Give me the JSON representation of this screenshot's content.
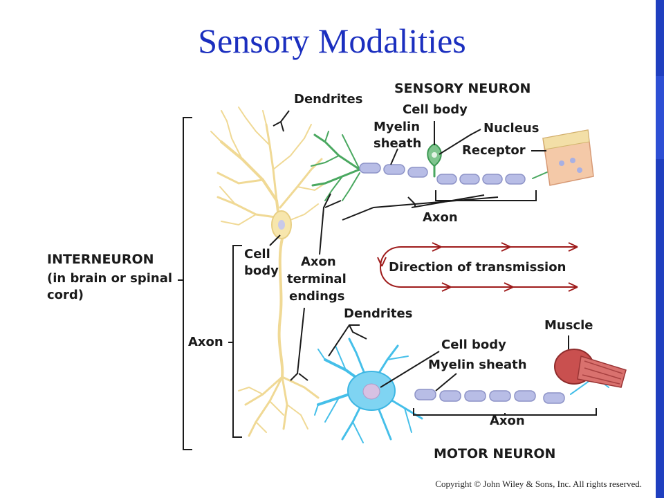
{
  "slide": {
    "title": "Sensory Modalities",
    "copyright": "Copyright © John Wiley & Sons, Inc. All rights reserved.",
    "accent_color": "#1f3fbf",
    "title_color": "#1b2fbf"
  },
  "diagram": {
    "sensory_neuron": {
      "heading": "SENSORY NEURON",
      "dendrites": "Dendrites",
      "cell_body": "Cell body",
      "myelin_sheath_line1": "Myelin",
      "myelin_sheath_line2": "sheath",
      "nucleus": "Nucleus",
      "receptor": "Receptor",
      "axon": "Axon",
      "color": "#3fa652"
    },
    "interneuron": {
      "heading": "INTERNEURON",
      "sub_line1": "(in brain or spinal",
      "sub_line2": "cord)",
      "cell_body_line1": "Cell",
      "cell_body_line2": "body",
      "axon_terminal_line1": "Axon",
      "axon_terminal_line2": "terminal",
      "axon_terminal_line3": "endings",
      "axon": "Axon",
      "color": "#f2dfa0"
    },
    "transmission": {
      "label": "Direction of transmission",
      "color": "#9e1a1a"
    },
    "motor_neuron": {
      "heading": "MOTOR NEURON",
      "dendrites": "Dendrites",
      "cell_body": "Cell body",
      "myelin_sheath": "Myelin sheath",
      "muscle": "Muscle",
      "axon": "Axon",
      "color": "#4cc3ec"
    }
  }
}
